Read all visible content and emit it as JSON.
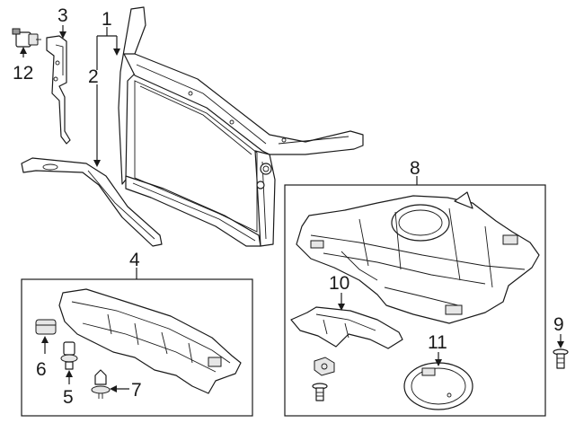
{
  "callouts": {
    "c1": "1",
    "c2": "2",
    "c3": "3",
    "c4": "4",
    "c5": "5",
    "c6": "6",
    "c7": "7",
    "c8": "8",
    "c9": "9",
    "c10": "10",
    "c11": "11",
    "c12": "12"
  },
  "colors": {
    "line": "#1a1a1a",
    "fill": "#ffffff",
    "shade": "#e6e6e6"
  }
}
